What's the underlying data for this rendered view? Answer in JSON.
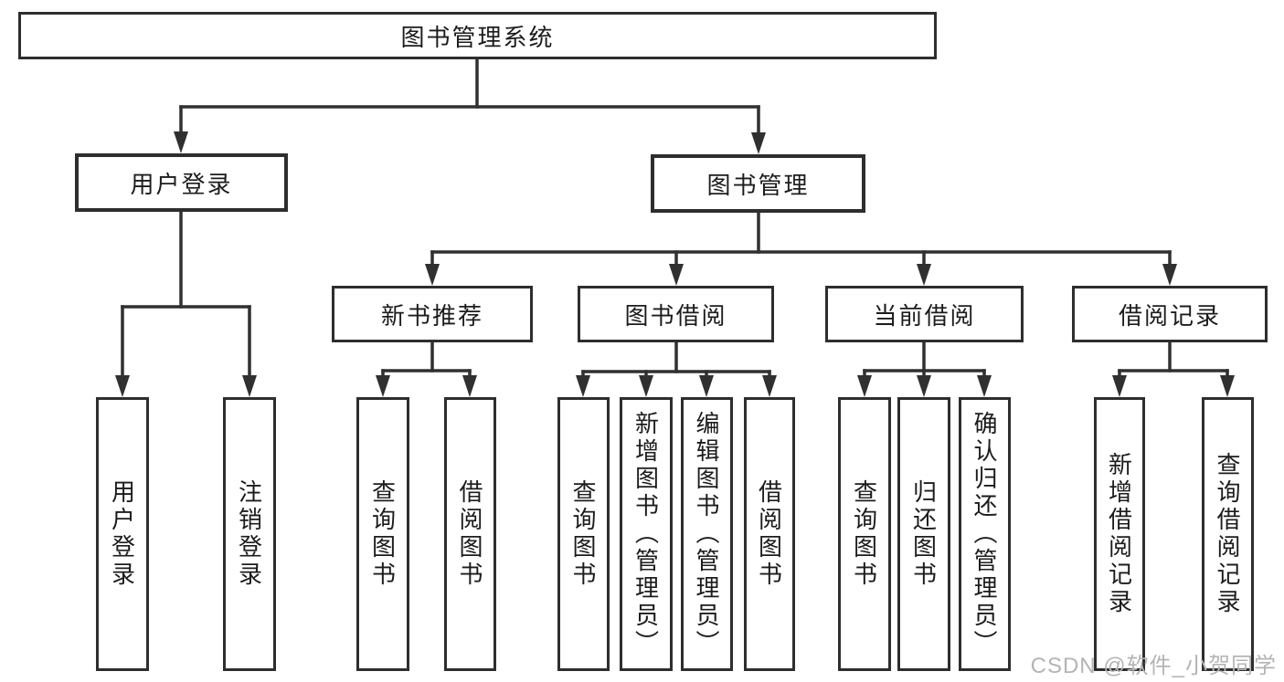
{
  "diagram": {
    "title": "图书管理系统",
    "branches": [
      {
        "label": "用户登录",
        "children": [
          "用户登录",
          "注销登录"
        ]
      },
      {
        "label": "图书管理",
        "groups": [
          {
            "label": "新书推荐",
            "children": [
              "查询图书",
              "借阅图书"
            ]
          },
          {
            "label": "图书借阅",
            "children": [
              "查询图书",
              "新增图书（管理员）",
              "编辑图书（管理员）",
              "借阅图书"
            ]
          },
          {
            "label": "当前借阅",
            "children": [
              "查询图书",
              "归还图书",
              "确认归还（管理员）"
            ]
          },
          {
            "label": "借阅记录",
            "children": [
              "新增借阅记录",
              "查询借阅记录"
            ]
          }
        ]
      }
    ]
  },
  "watermark": "CSDN @软件_小贺同学",
  "colors": {
    "line": "#303030",
    "box_border": "#2e2e2e",
    "text": "#1c1c1c",
    "watermark": "#b4b4b4",
    "background": "#ffffff"
  }
}
